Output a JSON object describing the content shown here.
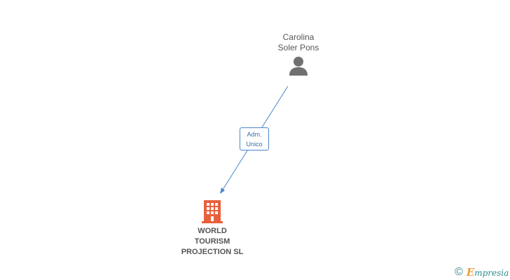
{
  "person": {
    "name": "Carolina\nSoler Pons",
    "icon": "person-icon"
  },
  "relation": {
    "line1": "Adm.",
    "line2": "Unico",
    "color": "#4a86c8"
  },
  "company": {
    "name": "WORLD\nTOURISM\nPROJECTION SL",
    "icon": "building-icon",
    "color": "#e8603c"
  },
  "branding": {
    "copyright": "©",
    "first_letter": "E",
    "rest": "mpresia",
    "color": "#2e8b8b"
  }
}
